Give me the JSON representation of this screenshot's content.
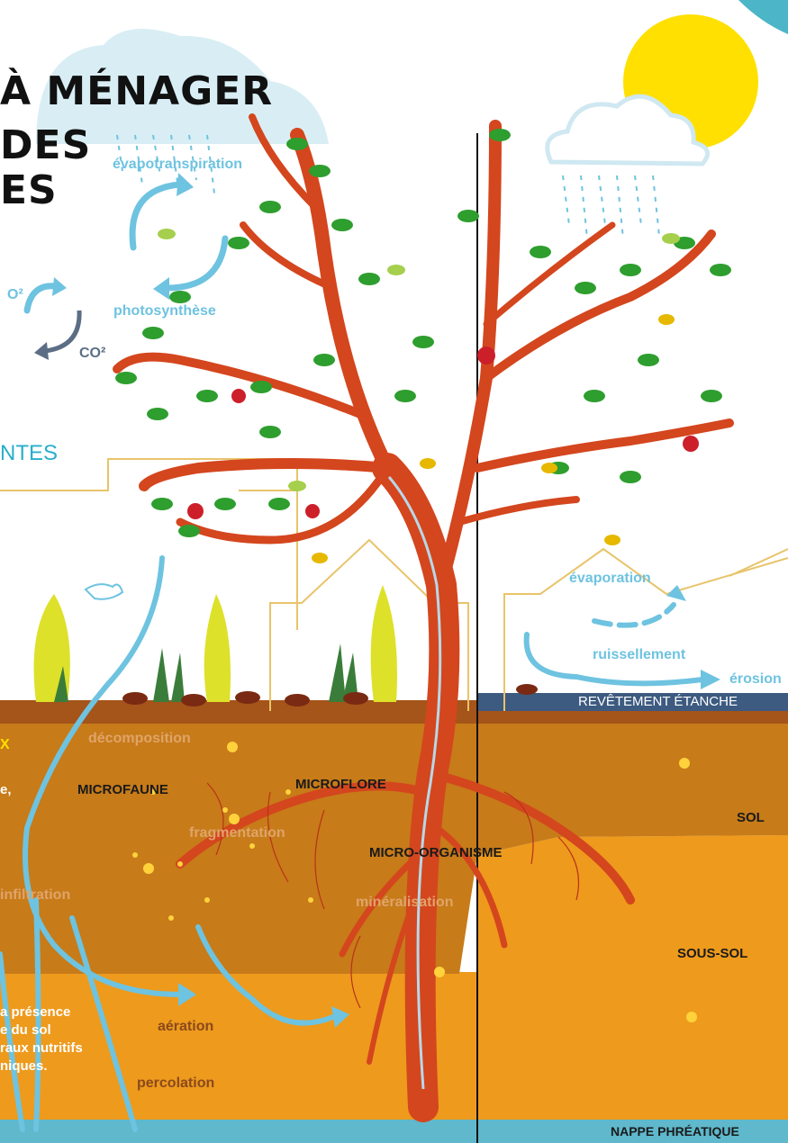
{
  "title": {
    "line1": "À MÉNAGER",
    "line2": "DES",
    "line3": "ES"
  },
  "side_text": {
    "plants_heading": "NTES",
    "x_mark": "X",
    "comma": "e,",
    "water_text": [
      "a présence",
      "e du sol",
      "raux nutritifs",
      "niques."
    ]
  },
  "processes": {
    "evapotranspiration": "évapotranspiration",
    "photosynthese": "photosynthèse",
    "o2": "O²",
    "co2": "CO²",
    "evaporation": "évaporation",
    "ruissellement": "ruissellement",
    "erosion": "érosion",
    "decomposition": "décomposition",
    "fragmentation": "fragmentation",
    "infiltration": "infiltration",
    "mineralisation": "minéralisation",
    "aeration": "aération",
    "percolation": "percolation"
  },
  "organisms": {
    "microfaune": "MICROFAUNE",
    "microflore": "MICROFLORE",
    "micro_organisme": "MICRO-ORGANISME"
  },
  "layers": {
    "revetement": "REVÊTEMENT ÉTANCHE",
    "sol": "SOL",
    "sous_sol": "SOUS-SOL",
    "nappe": "NAPPE PHRÉATIQUE"
  },
  "colors": {
    "sky_blue": "#6ec3e0",
    "sun": "#ffe000",
    "trunk": "#d4461e",
    "leaf": "#2e9e2e",
    "soil_top": "#a5541a",
    "soil": "#c77b19",
    "subsoil": "#ee9a1c",
    "water_table": "#5fb8cc",
    "seal": "#3d5a80",
    "corner": "#4cb5c8"
  }
}
